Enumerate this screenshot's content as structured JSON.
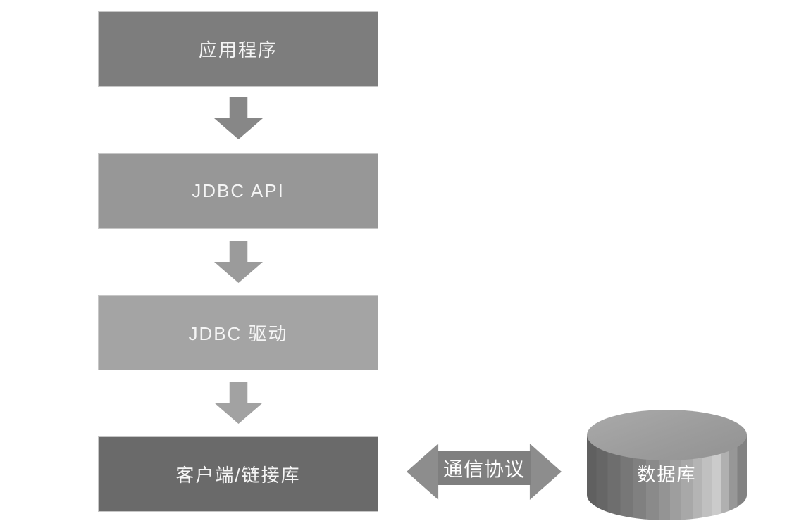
{
  "diagram": {
    "boxes": [
      {
        "label": "应用程序",
        "fill": "#7d7d7d"
      },
      {
        "label": "JDBC API",
        "fill": "#979797"
      },
      {
        "label": "JDBC 驱动",
        "fill": "#a4a4a4"
      },
      {
        "label": "客户端/链接库",
        "fill": "#6a6a6a"
      }
    ],
    "flow_arrows": [
      {
        "fill": "#878787"
      },
      {
        "fill": "#9b9b9b"
      },
      {
        "fill": "#a2a2a2"
      }
    ],
    "connector": {
      "label": "通信协议",
      "fill": "#8d8d8d",
      "label_bg": "#7f7f7f"
    },
    "database": {
      "label": "数据库"
    },
    "text_color": "#f5f5f5"
  }
}
